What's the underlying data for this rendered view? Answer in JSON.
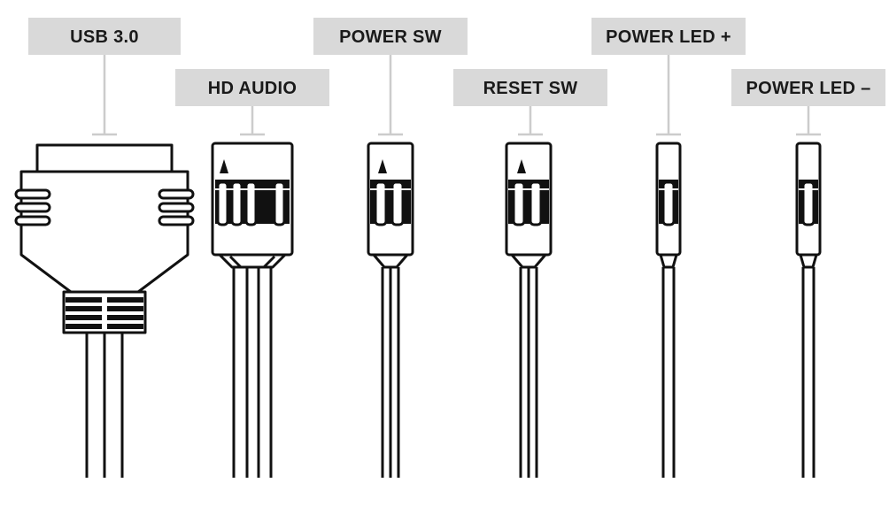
{
  "connectors": [
    {
      "id": "usb3",
      "label": "USB 3.0"
    },
    {
      "id": "hd-audio",
      "label": "HD AUDIO"
    },
    {
      "id": "power-sw",
      "label": "POWER SW"
    },
    {
      "id": "reset-sw",
      "label": "RESET SW"
    },
    {
      "id": "power-led-plus",
      "label": "POWER LED +"
    },
    {
      "id": "power-led-minus",
      "label": "POWER LED –"
    }
  ]
}
